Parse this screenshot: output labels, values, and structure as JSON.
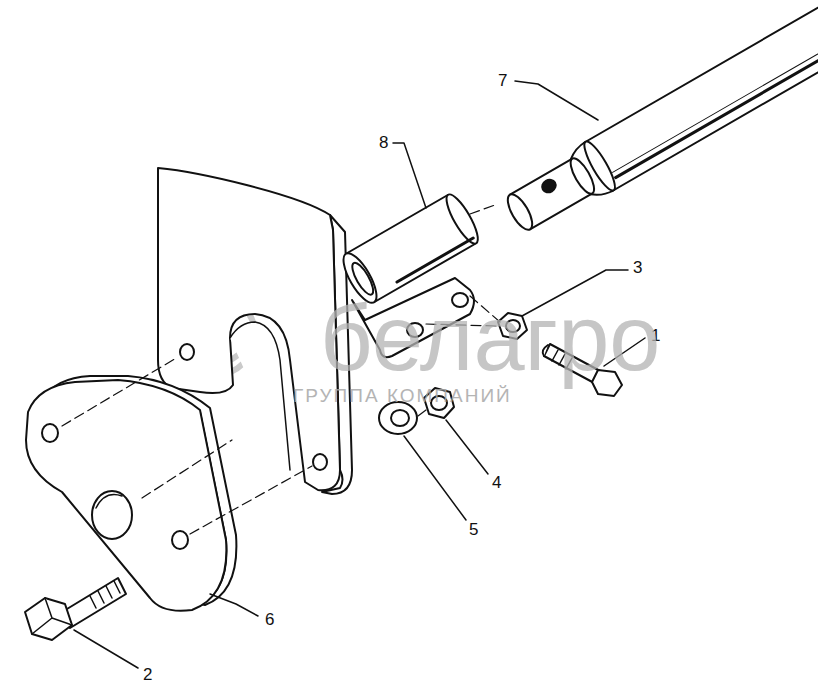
{
  "diagram": {
    "labels": [
      "7",
      "8",
      "3",
      "1",
      "белагро",
      "ГРУППА КОМПАНИЙ",
      "4",
      "5",
      "6",
      "2"
    ]
  }
}
